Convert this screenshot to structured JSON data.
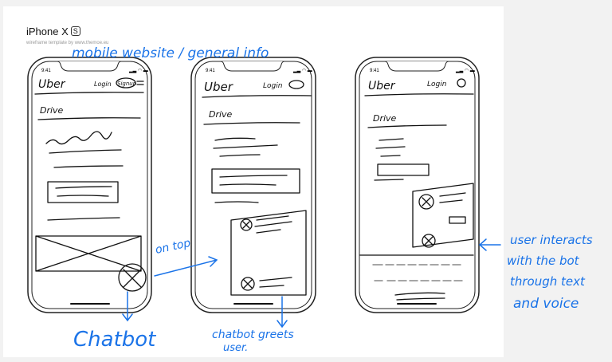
{
  "header": {
    "title": "iPhone X",
    "badge": "S",
    "subtitle": "wireframe template by www.themoe.eu"
  },
  "annotations": {
    "top": "mobile website / general info",
    "on_top": "on top",
    "chatbot": "Chatbot",
    "chatbot_greets": "chatbot greets",
    "user": "user.",
    "interacts": [
      "user interacts",
      "with the bot",
      "through text",
      "and voice"
    ]
  },
  "phones": [
    {
      "time": "9:41",
      "logo": "Uber",
      "login": "Login",
      "signup": "Signup",
      "menu": "Drive"
    },
    {
      "time": "9:41",
      "logo": "Uber",
      "login": "Login",
      "menu": "Drive"
    },
    {
      "time": "9:41",
      "logo": "Uber",
      "login": "Login",
      "menu": "Drive"
    }
  ],
  "colors": {
    "annotation": "#1a73e8",
    "ink": "#111111"
  }
}
